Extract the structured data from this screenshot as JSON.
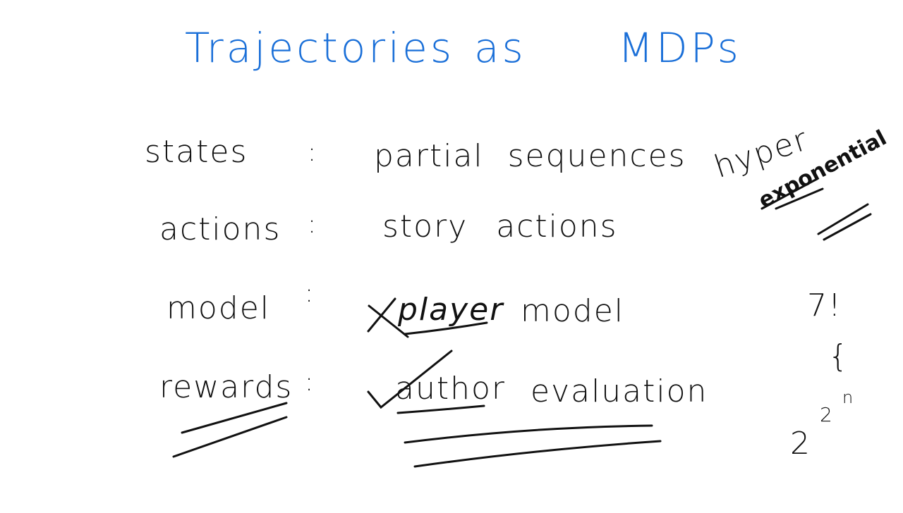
{
  "title": {
    "part1": "Trajectories",
    "part2": "as",
    "part3": "MDPs"
  },
  "rows": [
    {
      "term": "states",
      "colon": ":",
      "definition": "partial sequences"
    },
    {
      "term": "actions",
      "colon": ":",
      "definition": "story actions"
    },
    {
      "term": "model",
      "colon": ":",
      "definition_marked": "player",
      "definition": "model",
      "mark": "x-mark"
    },
    {
      "term": "rewards",
      "colon": ":",
      "definition_marked": "author",
      "definition": "evaluation",
      "mark": "check-mark"
    }
  ],
  "side_note": {
    "line1": "hyper",
    "line2": "exponential",
    "factorial": "7!",
    "brace": "{",
    "power_base": "2",
    "power_exp1": "2",
    "power_exp2": "n"
  },
  "colors": {
    "title": "#1a6fd8",
    "ink": "#111111"
  }
}
